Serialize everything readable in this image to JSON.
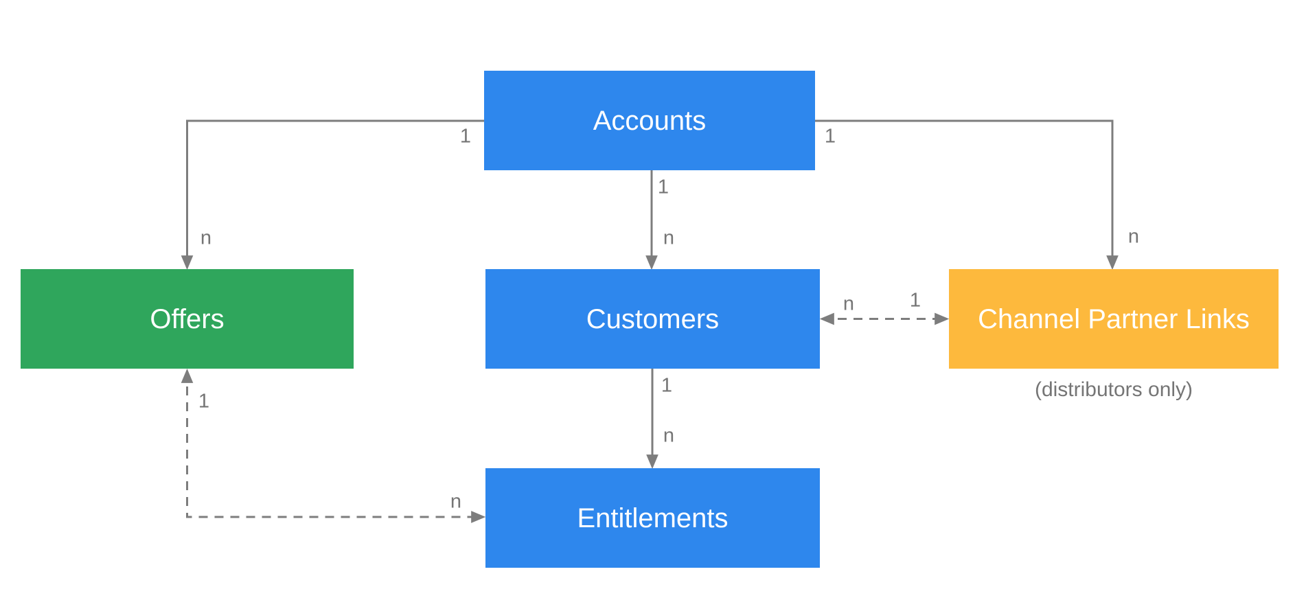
{
  "diagram": {
    "nodes": [
      {
        "id": "accounts",
        "label": "Accounts"
      },
      {
        "id": "offers",
        "label": "Offers"
      },
      {
        "id": "customers",
        "label": "Customers"
      },
      {
        "id": "channel-partner-links",
        "label": "Channel Partner Links",
        "caption": "(distributors only)"
      },
      {
        "id": "entitlements",
        "label": "Entitlements"
      }
    ],
    "edges": [
      {
        "id": "accounts-offers",
        "from": "Accounts",
        "to": "Offers",
        "from_label": "1",
        "to_label": "n",
        "line": "solid",
        "direction": "one-way"
      },
      {
        "id": "accounts-customers",
        "from": "Accounts",
        "to": "Customers",
        "from_label": "1",
        "to_label": "n",
        "line": "solid",
        "direction": "one-way"
      },
      {
        "id": "accounts-channel-partner-links",
        "from": "Accounts",
        "to": "Channel Partner Links",
        "from_label": "1",
        "to_label": "n",
        "line": "solid",
        "direction": "one-way"
      },
      {
        "id": "customers-channel-partner-links",
        "from": "Customers",
        "to": "Channel Partner Links",
        "from_label": "n",
        "to_label": "1",
        "line": "dashed",
        "direction": "two-way"
      },
      {
        "id": "customers-entitlements",
        "from": "Customers",
        "to": "Entitlements",
        "from_label": "1",
        "to_label": "n",
        "line": "solid",
        "direction": "one-way"
      },
      {
        "id": "offers-entitlements",
        "from": "Offers",
        "to": "Entitlements",
        "from_label": "1",
        "to_label": "n",
        "line": "dashed",
        "direction": "two-way"
      }
    ],
    "colors": {
      "entity_blue": "#2E87ED",
      "offers_green": "#2FA65C",
      "partner_yellow": "#FDB93D",
      "connector_gray": "#7D7D7D",
      "label_gray": "#757575",
      "background": "#FFFFFF"
    }
  }
}
